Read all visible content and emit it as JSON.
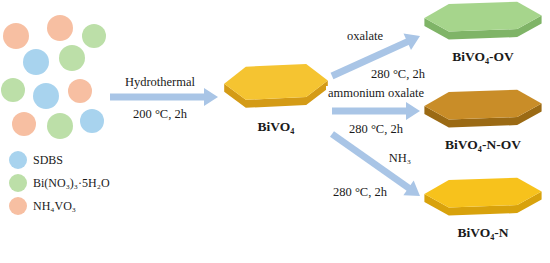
{
  "diagram": {
    "nodes": [
      {
        "text": [
          "BiVO₄"
        ]
      },
      {
        "text": [
          "BiVO₄-OV"
        ]
      },
      {
        "text": [
          "BiVO₄-N-OV"
        ]
      },
      {
        "text": [
          "BiVO₄-N"
        ]
      }
    ],
    "edges": [
      {
        "from": 0,
        "to": 1,
        "arrow": "to",
        "label": "oxalate"
      },
      {
        "from": 0,
        "to": 2,
        "arrow": "to",
        "label": "ammonium oxalate"
      },
      {
        "from": 0,
        "to": 3,
        "arrow": "to",
        "label": "NH₃"
      }
    ],
    "labels": [
      "Hydrothermal",
      "200 °C, 2h",
      "280 °C, 2h",
      "280 °C, 2h",
      "280 °C, 2h"
    ],
    "legend": [
      {
        "text": "SDBS",
        "color": "#a8d3ee"
      },
      {
        "text": "Bi(NO₃)₃·5H₂O",
        "color": "#bcdfa8"
      },
      {
        "text": "NH₄VO₃",
        "color": "#f7bfa2"
      }
    ]
  }
}
